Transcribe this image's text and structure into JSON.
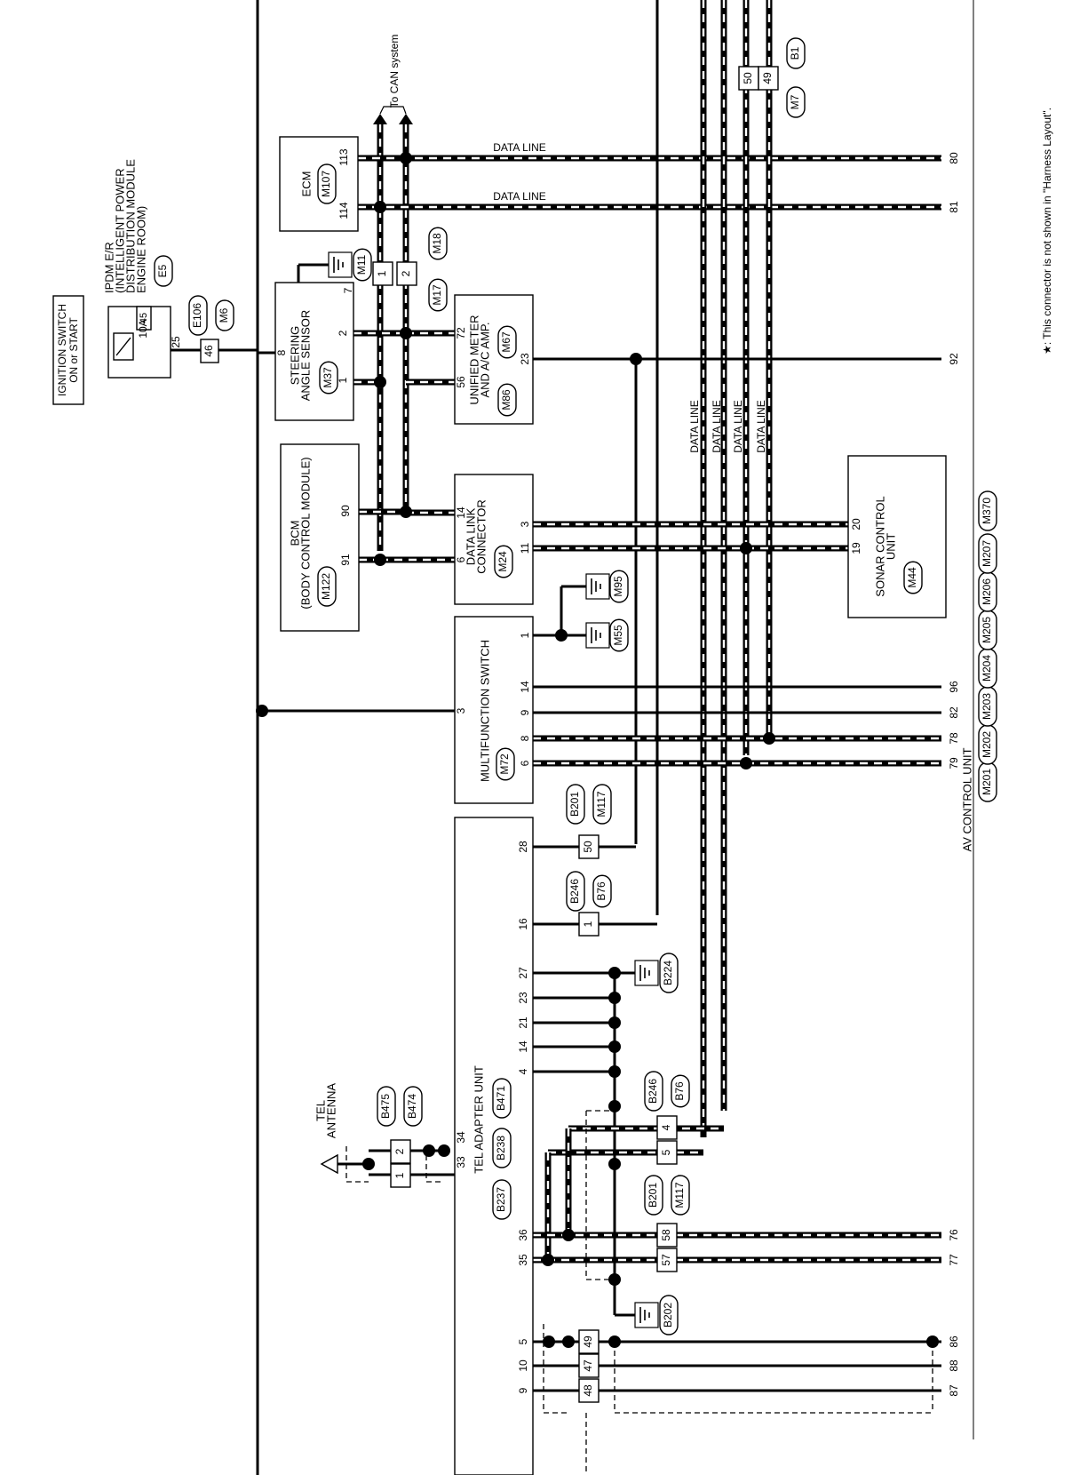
{
  "note": "★: This connector is not shown in \"Harness Layout\".",
  "to_can": "To CAN system",
  "data_line": "DATA LINE",
  "ignition": [
    "IGNITION SWITCH",
    "ON or START"
  ],
  "ipdm": {
    "lines": [
      "IPDM E/R",
      "(INTELLIGENT POWER",
      "DISTRIBUTION MODULE",
      "ENGINE ROOM)"
    ],
    "connector": "E5",
    "fuse": "10A",
    "fuse_no": "45",
    "pin": "25"
  },
  "joint_connector": {
    "pin": "46",
    "codes": [
      "E106",
      "M6"
    ]
  },
  "ecm": {
    "label": "ECM",
    "connector": "M107",
    "pins": [
      "114",
      "113"
    ]
  },
  "steering": {
    "lines": [
      "STEERING",
      "ANGLE SENSOR"
    ],
    "connector": "M37",
    "pins": [
      "8",
      "1",
      "2",
      "7"
    ]
  },
  "m11": "M11",
  "m17_m18": {
    "codes": [
      "M17",
      "M18"
    ],
    "pins": [
      "1",
      "2"
    ]
  },
  "unified": {
    "lines": [
      "UNIFIED METER",
      "AND A/C AMP."
    ],
    "connectors": [
      "M86",
      "M67"
    ],
    "pins": [
      "56",
      "72",
      "23"
    ]
  },
  "bcm": {
    "lines": [
      "BCM",
      "(BODY CONTROL MODULE)"
    ],
    "connector": "M122",
    "pins": [
      "91",
      "90"
    ]
  },
  "dlc": {
    "lines": [
      "DATA LINK",
      "CONNECTOR"
    ],
    "connector": "M24",
    "pins": [
      "6",
      "14",
      "11",
      "3"
    ]
  },
  "multifunction": {
    "label": "MULTIFUNCTION SWITCH",
    "connector": "M72",
    "pins": [
      "3",
      "1",
      "14",
      "9",
      "8",
      "6"
    ],
    "grounds": [
      "M55",
      "M95"
    ]
  },
  "sonar": {
    "lines": [
      "SONAR CONTROL",
      "UNIT"
    ],
    "connector": "M44",
    "pins": [
      "19",
      "20"
    ]
  },
  "av": {
    "label": "AV CONTROL UNIT",
    "connectors": [
      "M201",
      "M202",
      "M203",
      "M204",
      "M205",
      "M206",
      "M207",
      "M370"
    ],
    "pins": [
      "80",
      "81",
      "92",
      "96",
      "82",
      "78",
      "79",
      "76",
      "77",
      "86",
      "88",
      "87"
    ]
  },
  "b1_m7": {
    "codes": [
      "B1",
      "M7"
    ],
    "pins": [
      "50",
      "49"
    ]
  },
  "tel_adapter": {
    "label": "TEL ADAPTER UNIT",
    "connectors": [
      "B237",
      "B238",
      "B471"
    ],
    "pins": [
      "33",
      "34",
      "28",
      "16",
      "27",
      "23",
      "21",
      "14",
      "4",
      "36",
      "35",
      "5",
      "10",
      "9"
    ]
  },
  "tel_antenna": [
    "TEL",
    "ANTENNA"
  ],
  "antenna_conn": {
    "codes": [
      "B475",
      "B474"
    ],
    "pins": [
      "2",
      "1"
    ]
  },
  "b201_m117": {
    "codes": [
      "B201",
      "M117"
    ],
    "pin": "50",
    "pins2": [
      "58",
      "57"
    ]
  },
  "b246_b76": {
    "codes": [
      "B246",
      "B76"
    ],
    "pin": "1",
    "pins2": [
      "4",
      "5"
    ]
  },
  "grounds": [
    "B224",
    "B202"
  ],
  "lower_conn_pins": [
    "49",
    "47",
    "48"
  ]
}
